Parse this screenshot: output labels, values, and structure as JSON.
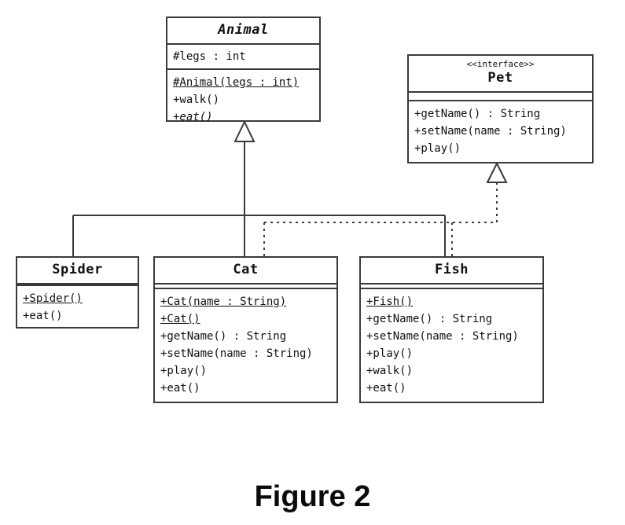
{
  "diagram": {
    "kind": "uml-class-diagram",
    "caption": "Figure 2",
    "colors": {
      "stroke": "#3a3a3a",
      "text": "#101010",
      "background": "#ffffff"
    },
    "classes": {
      "animal": {
        "name": "Animal",
        "stereotype": "",
        "is_abstract": true,
        "attributes": [
          {
            "text": "#legs : int",
            "static": false,
            "abstract": false
          }
        ],
        "operations": [
          {
            "text": "#Animal(legs : int)",
            "static": true,
            "abstract": false
          },
          {
            "text": "+walk()",
            "static": false,
            "abstract": false
          },
          {
            "text": "+eat()",
            "static": false,
            "abstract": true
          }
        ]
      },
      "pet": {
        "name": "Pet",
        "stereotype": "<<interface>>",
        "is_abstract": false,
        "attributes": [],
        "operations": [
          {
            "text": "+getName() : String",
            "static": false,
            "abstract": false
          },
          {
            "text": "+setName(name : String)",
            "static": false,
            "abstract": false
          },
          {
            "text": "+play()",
            "static": false,
            "abstract": false
          }
        ]
      },
      "spider": {
        "name": "Spider",
        "stereotype": "",
        "is_abstract": false,
        "attributes": [],
        "operations": [
          {
            "text": "+Spider()",
            "static": true,
            "abstract": false
          },
          {
            "text": "+eat()",
            "static": false,
            "abstract": false
          }
        ]
      },
      "cat": {
        "name": "Cat",
        "stereotype": "",
        "is_abstract": false,
        "attributes": [],
        "operations": [
          {
            "text": "+Cat(name : String)",
            "static": true,
            "abstract": false
          },
          {
            "text": "+Cat()",
            "static": true,
            "abstract": false
          },
          {
            "text": "+getName() : String",
            "static": false,
            "abstract": false
          },
          {
            "text": "+setName(name : String)",
            "static": false,
            "abstract": false
          },
          {
            "text": "+play()",
            "static": false,
            "abstract": false
          },
          {
            "text": "+eat()",
            "static": false,
            "abstract": false
          }
        ]
      },
      "fish": {
        "name": "Fish",
        "stereotype": "",
        "is_abstract": false,
        "attributes": [],
        "operations": [
          {
            "text": "+Fish()",
            "static": true,
            "abstract": false
          },
          {
            "text": "+getName() : String",
            "static": false,
            "abstract": false
          },
          {
            "text": "+setName(name : String)",
            "static": false,
            "abstract": false
          },
          {
            "text": "+play()",
            "static": false,
            "abstract": false
          },
          {
            "text": "+walk()",
            "static": false,
            "abstract": false
          },
          {
            "text": "+eat()",
            "static": false,
            "abstract": false
          }
        ]
      }
    },
    "relationships": [
      {
        "type": "generalization",
        "from": "Spider",
        "to": "Animal",
        "style": "solid"
      },
      {
        "type": "generalization",
        "from": "Cat",
        "to": "Animal",
        "style": "solid"
      },
      {
        "type": "generalization",
        "from": "Fish",
        "to": "Animal",
        "style": "solid"
      },
      {
        "type": "realization",
        "from": "Cat",
        "to": "Pet",
        "style": "dashed"
      },
      {
        "type": "realization",
        "from": "Fish",
        "to": "Pet",
        "style": "dashed"
      }
    ]
  }
}
